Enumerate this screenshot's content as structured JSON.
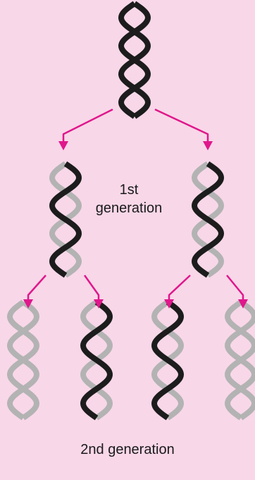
{
  "labels": {
    "first_generation_line1": "1st",
    "first_generation_line2": "generation",
    "second_generation": "2nd generation"
  },
  "colors": {
    "background": "#f8d7e8",
    "original_strand": "#1c1c1c",
    "new_strand": "#b3b3b3",
    "arrow": "#e0178c"
  },
  "helices": [
    {
      "id": "parent-helix",
      "strand_a": "original",
      "strand_b": "original"
    },
    {
      "id": "gen1-left-helix",
      "strand_a": "original",
      "strand_b": "new"
    },
    {
      "id": "gen1-right-helix",
      "strand_a": "original",
      "strand_b": "new"
    },
    {
      "id": "gen2-helix-1",
      "strand_a": "new",
      "strand_b": "new"
    },
    {
      "id": "gen2-helix-2",
      "strand_a": "original",
      "strand_b": "new"
    },
    {
      "id": "gen2-helix-3",
      "strand_a": "original",
      "strand_b": "new"
    },
    {
      "id": "gen2-helix-4",
      "strand_a": "new",
      "strand_b": "new"
    }
  ]
}
